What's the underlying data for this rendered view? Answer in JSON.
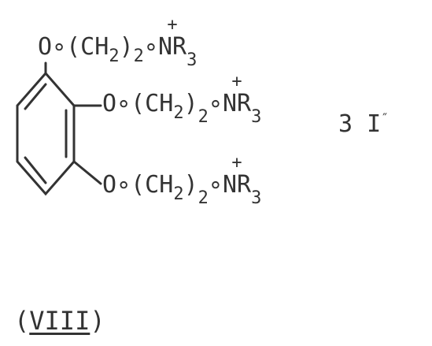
{
  "substituents": [
    {
      "oxygen": "O",
      "dot": "∘",
      "group": "(CH",
      "h_sub": "2",
      "close": ")",
      "n_sub": "2",
      "dot2": "∘",
      "ammonium": "NR",
      "r_sub": "3",
      "charge": "+"
    },
    {
      "oxygen": "O",
      "dot": "∘",
      "group": "(CH",
      "h_sub": "2",
      "close": ")",
      "n_sub": "2",
      "dot2": "∘",
      "ammonium": "NR",
      "r_sub": "3",
      "charge": "+"
    },
    {
      "oxygen": "O",
      "dot": "∘",
      "group": "(CH",
      "h_sub": "2",
      "close": ")",
      "n_sub": "2",
      "dot2": "∘",
      "ammonium": "NR",
      "r_sub": "3",
      "charge": "+"
    }
  ],
  "counter_ion": {
    "coefficient": "3",
    "symbol": "I",
    "charge_mark": "″"
  },
  "compound_label": {
    "open": "(",
    "roman": "VIII",
    "close": ")"
  }
}
